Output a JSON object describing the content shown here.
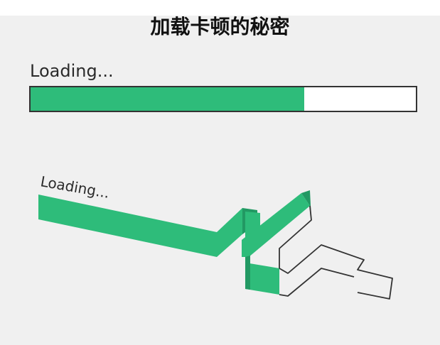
{
  "title": "加载卡顿的秘密",
  "flat_bar": {
    "label": "Loading...",
    "progress_percent": 71
  },
  "tilted_bar": {
    "label": "Loading..."
  },
  "colors": {
    "fill": "#2ebc7a",
    "fill_dark": "#229963",
    "outline": "#333333",
    "background": "#f0f0f0",
    "empty": "#ffffff"
  }
}
